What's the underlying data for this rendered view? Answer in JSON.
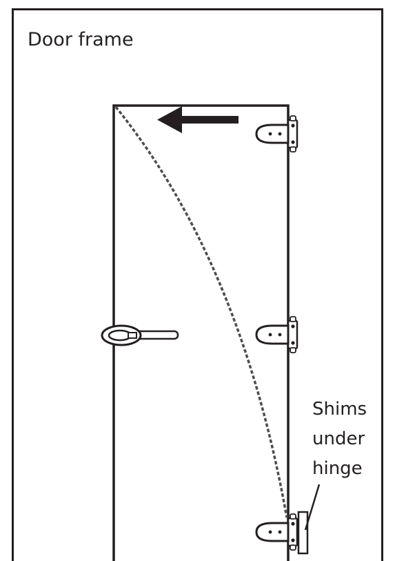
{
  "labels": {
    "frame": "Door frame",
    "shims_line1": "Shims",
    "shims_line2": "under",
    "shims_line3": "hinge"
  },
  "colors": {
    "ink": "#231f20",
    "arrow": "#231f20",
    "dashed_arc": "#4d4d4f",
    "background": "#ffffff"
  },
  "icons": {
    "arrow": "arrow-left-icon",
    "hinge": "hinge-icon",
    "handle": "door-handle-icon",
    "shim": "shim-icon"
  }
}
